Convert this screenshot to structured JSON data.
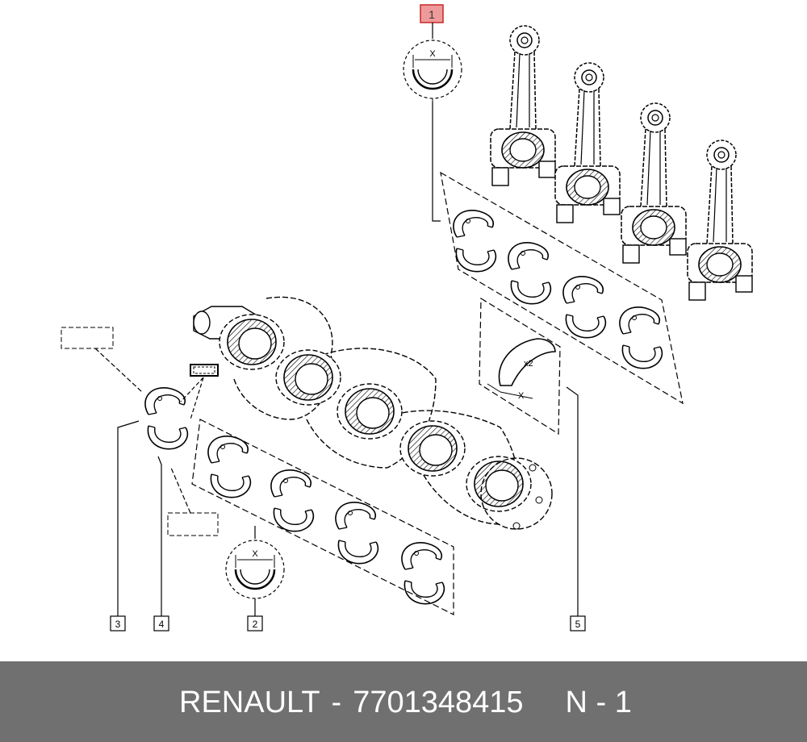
{
  "callouts": [
    {
      "id": "callout-1",
      "label": "1",
      "highlight": true
    },
    {
      "id": "callout-2",
      "label": "2",
      "highlight": false
    },
    {
      "id": "callout-3",
      "label": "3",
      "highlight": false
    },
    {
      "id": "callout-4",
      "label": "4",
      "highlight": false
    },
    {
      "id": "callout-5",
      "label": "5",
      "highlight": false
    }
  ],
  "annotations": {
    "x_label": "X",
    "x2_label": "x2"
  },
  "footer": {
    "brand": "RENAULT",
    "separator": "-",
    "part_number": "7701348415",
    "position_code": "N - 1"
  },
  "colors": {
    "highlight_fill": "#e57373",
    "highlight_stroke": "#c62828",
    "footer_bg": "#707070",
    "line": "#000000"
  }
}
